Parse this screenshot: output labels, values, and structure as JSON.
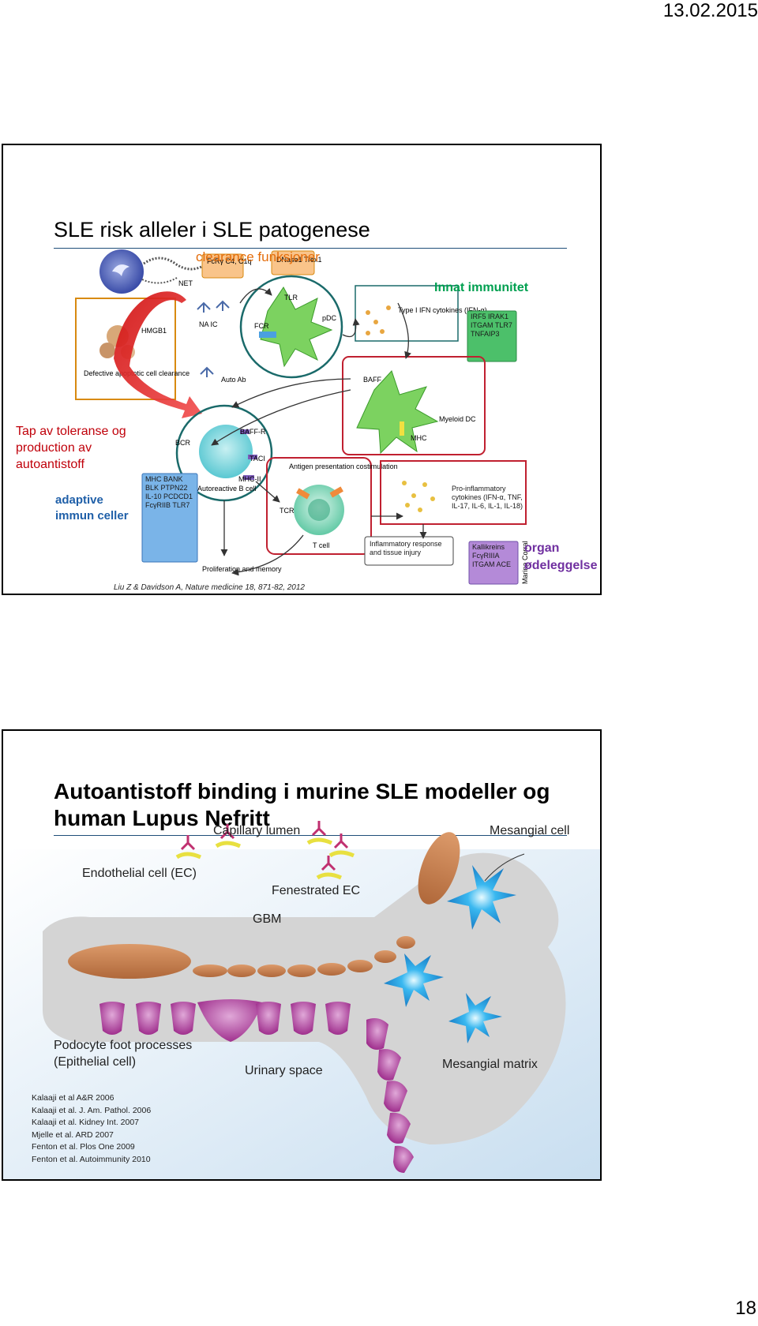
{
  "header": {
    "date": "13.02.2015"
  },
  "footer": {
    "page_number": "18"
  },
  "slide1": {
    "title": "SLE risk alleler i SLE patogenese",
    "labels": {
      "clearance": "clearance funksjoner",
      "innate": "Innat immunitet",
      "tolerance": "Tap av toleranse og production av autoantistoff",
      "adaptive": "adaptive immun celler",
      "organ": "organ ødeleggelse"
    },
    "citation": "Liu Z & Davidson A, Nature medicine 18, 871-82, 2012",
    "figure_text": {
      "fcr_box": "FcRγ C4, C1q",
      "dnase_box": "DNase1 Trex1",
      "net": "NET",
      "hmgb1": "HMGB1",
      "na_ic": "NA IC",
      "auto_ab": "Auto Ab",
      "fcr": "FCR",
      "tlr": "TLR",
      "pdc": "pDC",
      "type1": "Type I IFN cytokines (IFN-α)",
      "baff": "BAFF",
      "myeloid": "Myeloid DC",
      "mhc": "MHC",
      "defective": "Defective apoptotic cell clearance",
      "bcr": "BCR",
      "baffr": "BAFF-R",
      "taci": "TACI",
      "mhcii": "MHC-II",
      "autoreactive": "Autoreactive B cell",
      "antigen": "Antigen presentation costimulation",
      "tcr": "TCR",
      "tcell": "T cell",
      "proinflam": "Pro-inflammatory cytokines (IFN-α, TNF, IL-17, IL-6, IL-1, IL-18)",
      "inflam_resp": "Inflammatory response and tissue injury",
      "prolif": "Proliferation and memory",
      "innate_genes": "IRF5 IRAK1 ITGAM TLR7 TNFAIP3",
      "adaptive_genes": "MHC BANK BLK PTPN22 IL-10 PCDCD1 FcγRIIB TLR7",
      "organ_genes": "Kallikreins FcγRIIIA ITGAM ACE",
      "artist": "Marina Corral"
    }
  },
  "slide2": {
    "title": "Autoantistoff binding i murine SLE modeller og human Lupus Nefritt",
    "labels": {
      "capillary": "Capillary lumen",
      "mesangial_cell": "Mesangial cell",
      "endothelial": "Endothelial cell (EC)",
      "fenestrated": "Fenestrated EC",
      "gbm": "GBM",
      "podocyte": "Podocyte foot processes (Epithelial cell)",
      "urinary": "Urinary space",
      "mesangial_matrix": "Mesangial matrix"
    },
    "references": [
      "Kalaaji et al A&R 2006",
      "Kalaaji et al. J. Am. Pathol. 2006",
      "Kalaaji et al. Kidney Int. 2007",
      "Mjelle et al. ARD 2007",
      "Fenton et al. Plos One 2009",
      "Fenton et al. Autoimmunity 2010"
    ]
  },
  "colors": {
    "title_rule": "#1f4e79",
    "orange": "#e46c0a",
    "green": "#00a050",
    "red": "#c0000a",
    "blue": "#1f5fa8",
    "purple": "#7030a0",
    "mesangial_blue": "#1ea0e6",
    "podocyte_purple": "#b0399c",
    "endothelial_brown": "#c87a45"
  }
}
